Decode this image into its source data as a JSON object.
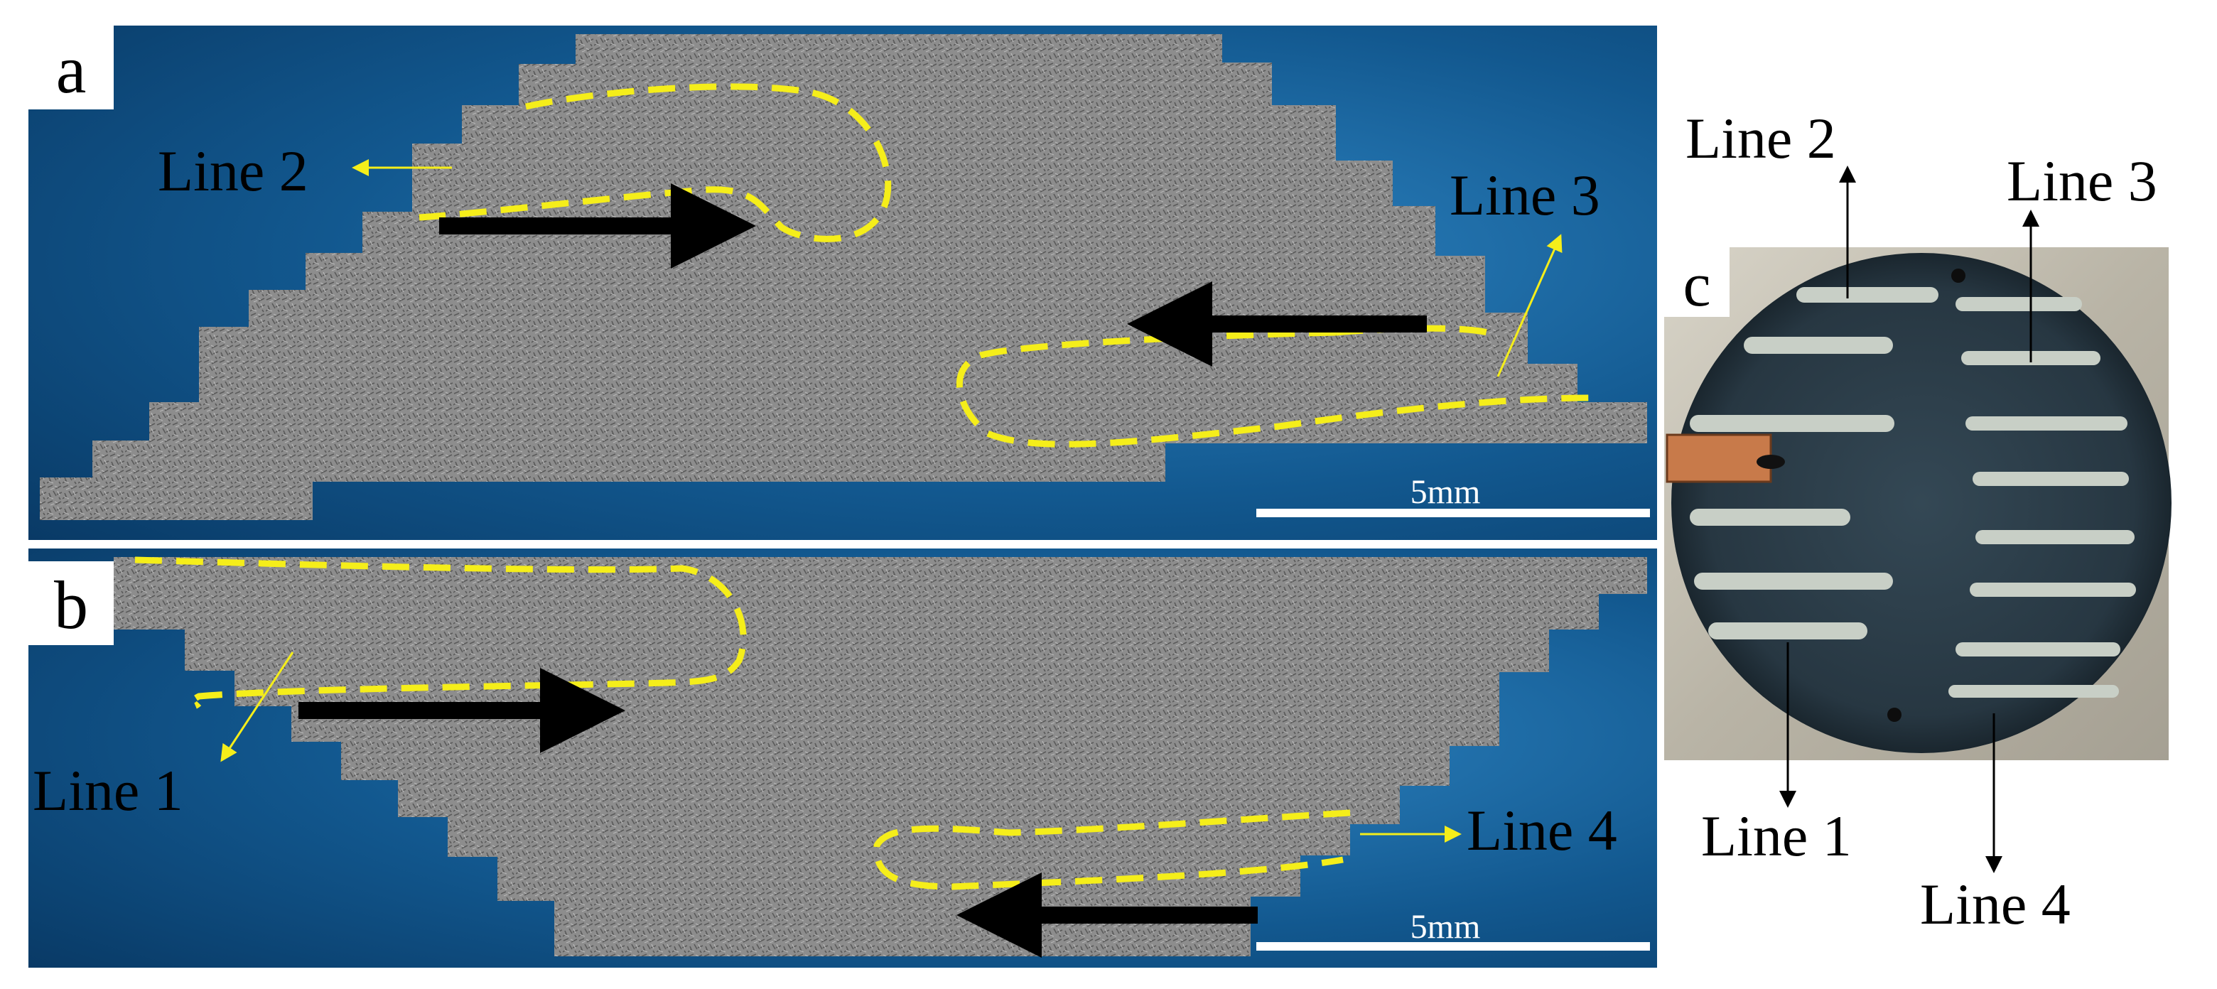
{
  "panels": {
    "a": {
      "letter": "a",
      "scale_bar": "5mm",
      "labels": {
        "line2": "Line 2",
        "line3": "Line 3"
      }
    },
    "b": {
      "letter": "b",
      "scale_bar": "5mm",
      "labels": {
        "line1": "Line 1",
        "line4": "Line 4"
      }
    },
    "c": {
      "letter": "c",
      "labels": {
        "line1": "Line 1",
        "line2": "Line 2",
        "line3": "Line 3",
        "line4": "Line 4"
      }
    }
  },
  "colors": {
    "panel_background": "#0d4f86",
    "sample_gray": "#8a8a8a",
    "track_outline": "#f5ee1a",
    "annotation_arrow": "#f5ee1a",
    "scan_arrow": "#000000",
    "scale_bar": "#ffffff",
    "disc_surface": "#2c3e4a",
    "deposited_track": "#c8cfc6"
  }
}
